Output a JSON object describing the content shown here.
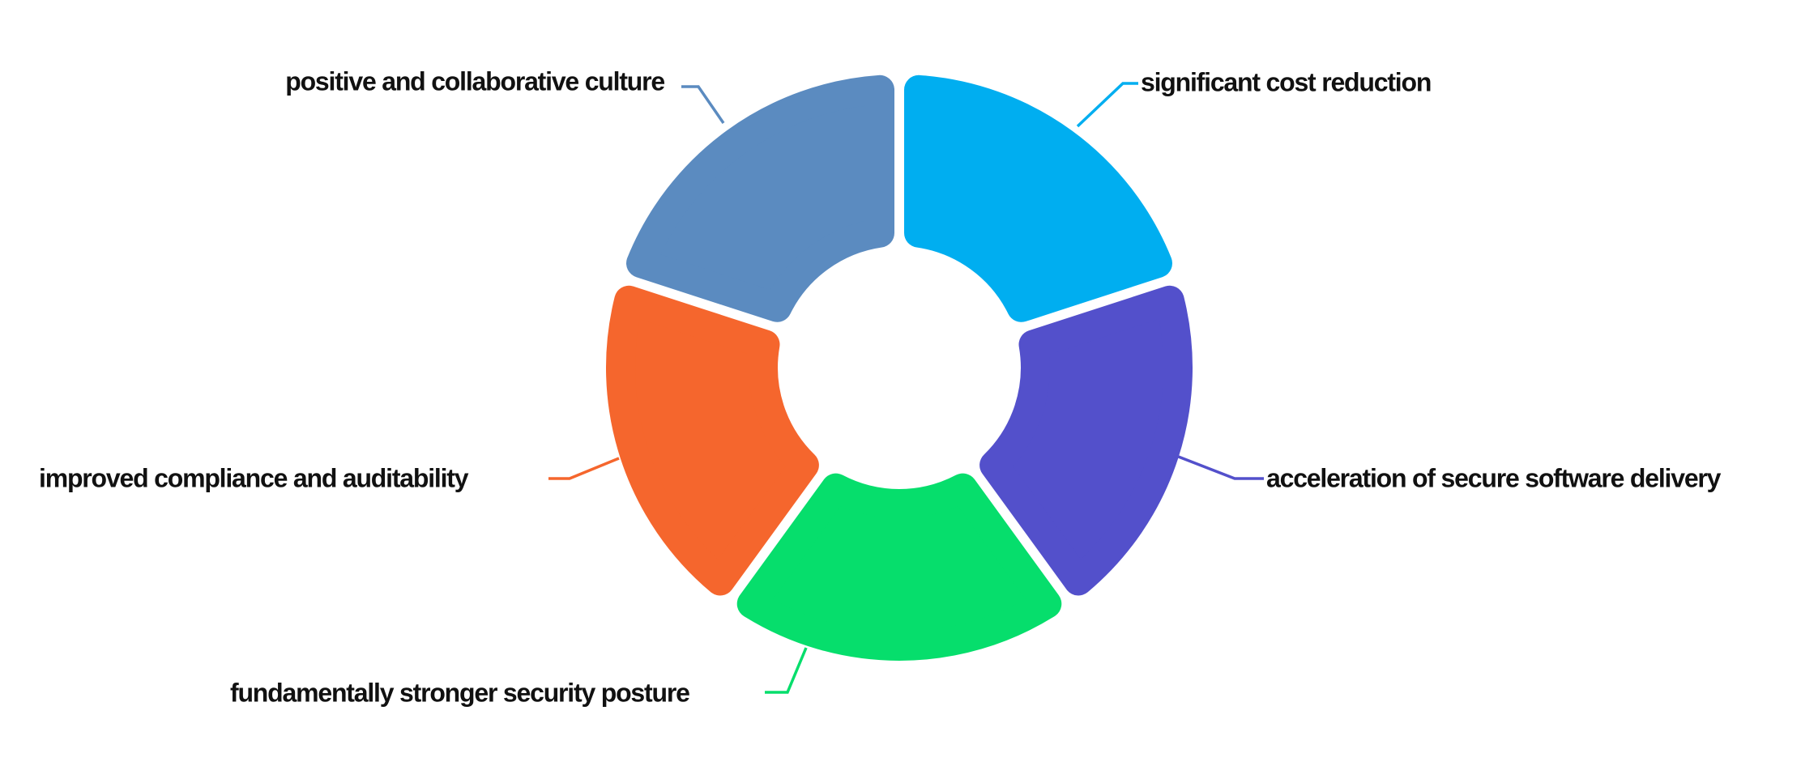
{
  "diagram": {
    "type": "donut-cycle-diagram",
    "background_color": "#ffffff",
    "label_text_color": "#111111",
    "segments": [
      {
        "id": "significant-cost-reduction",
        "label": "significant cost reduction",
        "color": "#00AEF0",
        "position": "top-right"
      },
      {
        "id": "acceleration-of-secure-software-delivery",
        "label": "acceleration of secure software delivery",
        "color": "#5350CB",
        "position": "right"
      },
      {
        "id": "fundamentally-stronger-security-posture",
        "label": "fundamentally stronger security posture",
        "color": "#06DE6C",
        "position": "bottom"
      },
      {
        "id": "improved-compliance-and-auditability",
        "label": "improved compliance and auditability",
        "color": "#F5662D",
        "position": "left"
      },
      {
        "id": "positive-and-collaborative-culture",
        "label": "positive and collaborative culture",
        "color": "#5B8BC0",
        "position": "top-left"
      }
    ]
  }
}
